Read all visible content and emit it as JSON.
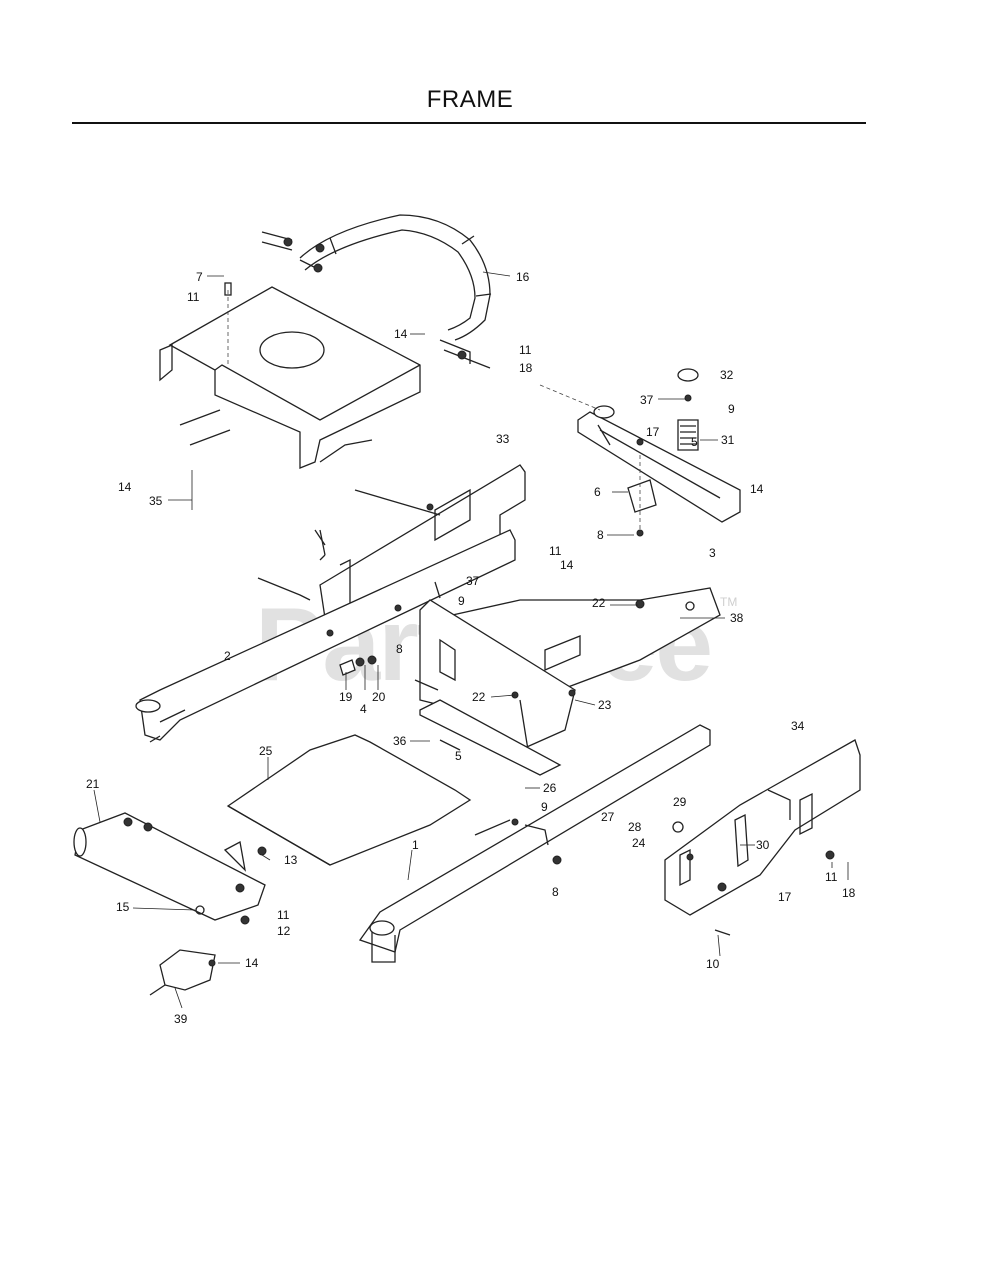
{
  "title": "FRAME",
  "watermark": {
    "text": "PartsTree",
    "tm": "TM"
  },
  "callouts": [
    "7",
    "11",
    "16",
    "14",
    "11",
    "18",
    "32",
    "37",
    "9",
    "17",
    "5",
    "31",
    "33",
    "14",
    "35",
    "6",
    "14",
    "8",
    "3",
    "11",
    "14",
    "37",
    "9",
    "22",
    "38",
    "2",
    "8",
    "19",
    "4",
    "20",
    "22",
    "23",
    "36",
    "5",
    "25",
    "34",
    "21",
    "26",
    "9",
    "27",
    "29",
    "28",
    "24",
    "30",
    "1",
    "13",
    "8",
    "11",
    "18",
    "17",
    "15",
    "11",
    "12",
    "10",
    "14",
    "39"
  ]
}
